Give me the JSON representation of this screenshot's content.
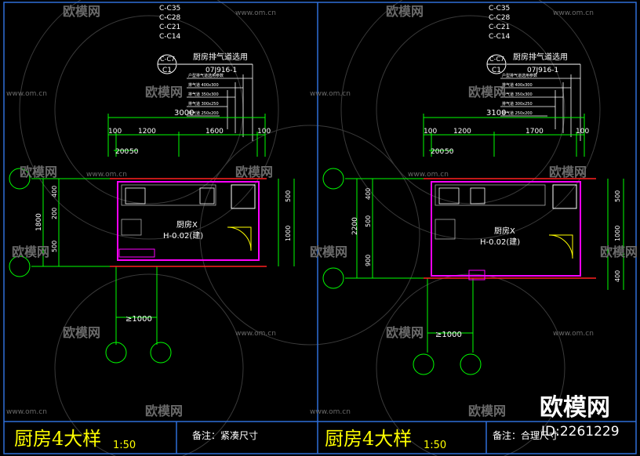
{
  "panels": [
    {
      "title": "厨房4大样",
      "scale": "1:50",
      "note": "备注：紧凑尺寸",
      "refs": [
        "C-C35",
        "C-C28",
        "C-C21",
        "C-C14",
        "C-C7",
        "C1"
      ],
      "std_title": "厨房排气道选用",
      "std_no": "07J916-1",
      "dim_total": "3000",
      "dims_top": [
        "100",
        "1200",
        "1600",
        "100"
      ],
      "dims_small": [
        "200",
        "50"
      ],
      "dim_left_total": "1800",
      "dims_left": [
        "400",
        "200",
        "500"
      ],
      "dims_right": [
        "500",
        "1000"
      ],
      "room_name": "厨房X",
      "room_level": "H-0.02(建)",
      "bottom_dim": "≥1000"
    },
    {
      "title": "厨房4大样",
      "scale": "1:50",
      "note": "备注：合理尺寸",
      "refs": [
        "C-C35",
        "C-C28",
        "C-C21",
        "C-C14",
        "C-C7",
        "C1"
      ],
      "std_title": "厨房排气道选用",
      "std_no": "07J916-1",
      "dim_total": "3100",
      "dims_top": [
        "100",
        "1200",
        "1700",
        "100"
      ],
      "dims_small": [
        "200",
        "50"
      ],
      "dim_left_total": "2200",
      "dims_left": [
        "400",
        "500",
        "900"
      ],
      "dims_right": [
        "500",
        "1000",
        "400"
      ],
      "room_name": "厨房X",
      "room_level": "H-0.02(建)",
      "bottom_dim": "≥1000"
    }
  ],
  "watermark": {
    "brand": "欧模网",
    "url": "www.om.cn",
    "id_text": "ID:2261229"
  },
  "colors": {
    "background": "#000000",
    "frame": "#2f6fd8",
    "axis": "#00ff00",
    "dimension": "#00ff00",
    "wall": "#ff00ff",
    "red_line": "#ff2020",
    "title_text": "#ffff00",
    "cyan": "#00ffff"
  }
}
